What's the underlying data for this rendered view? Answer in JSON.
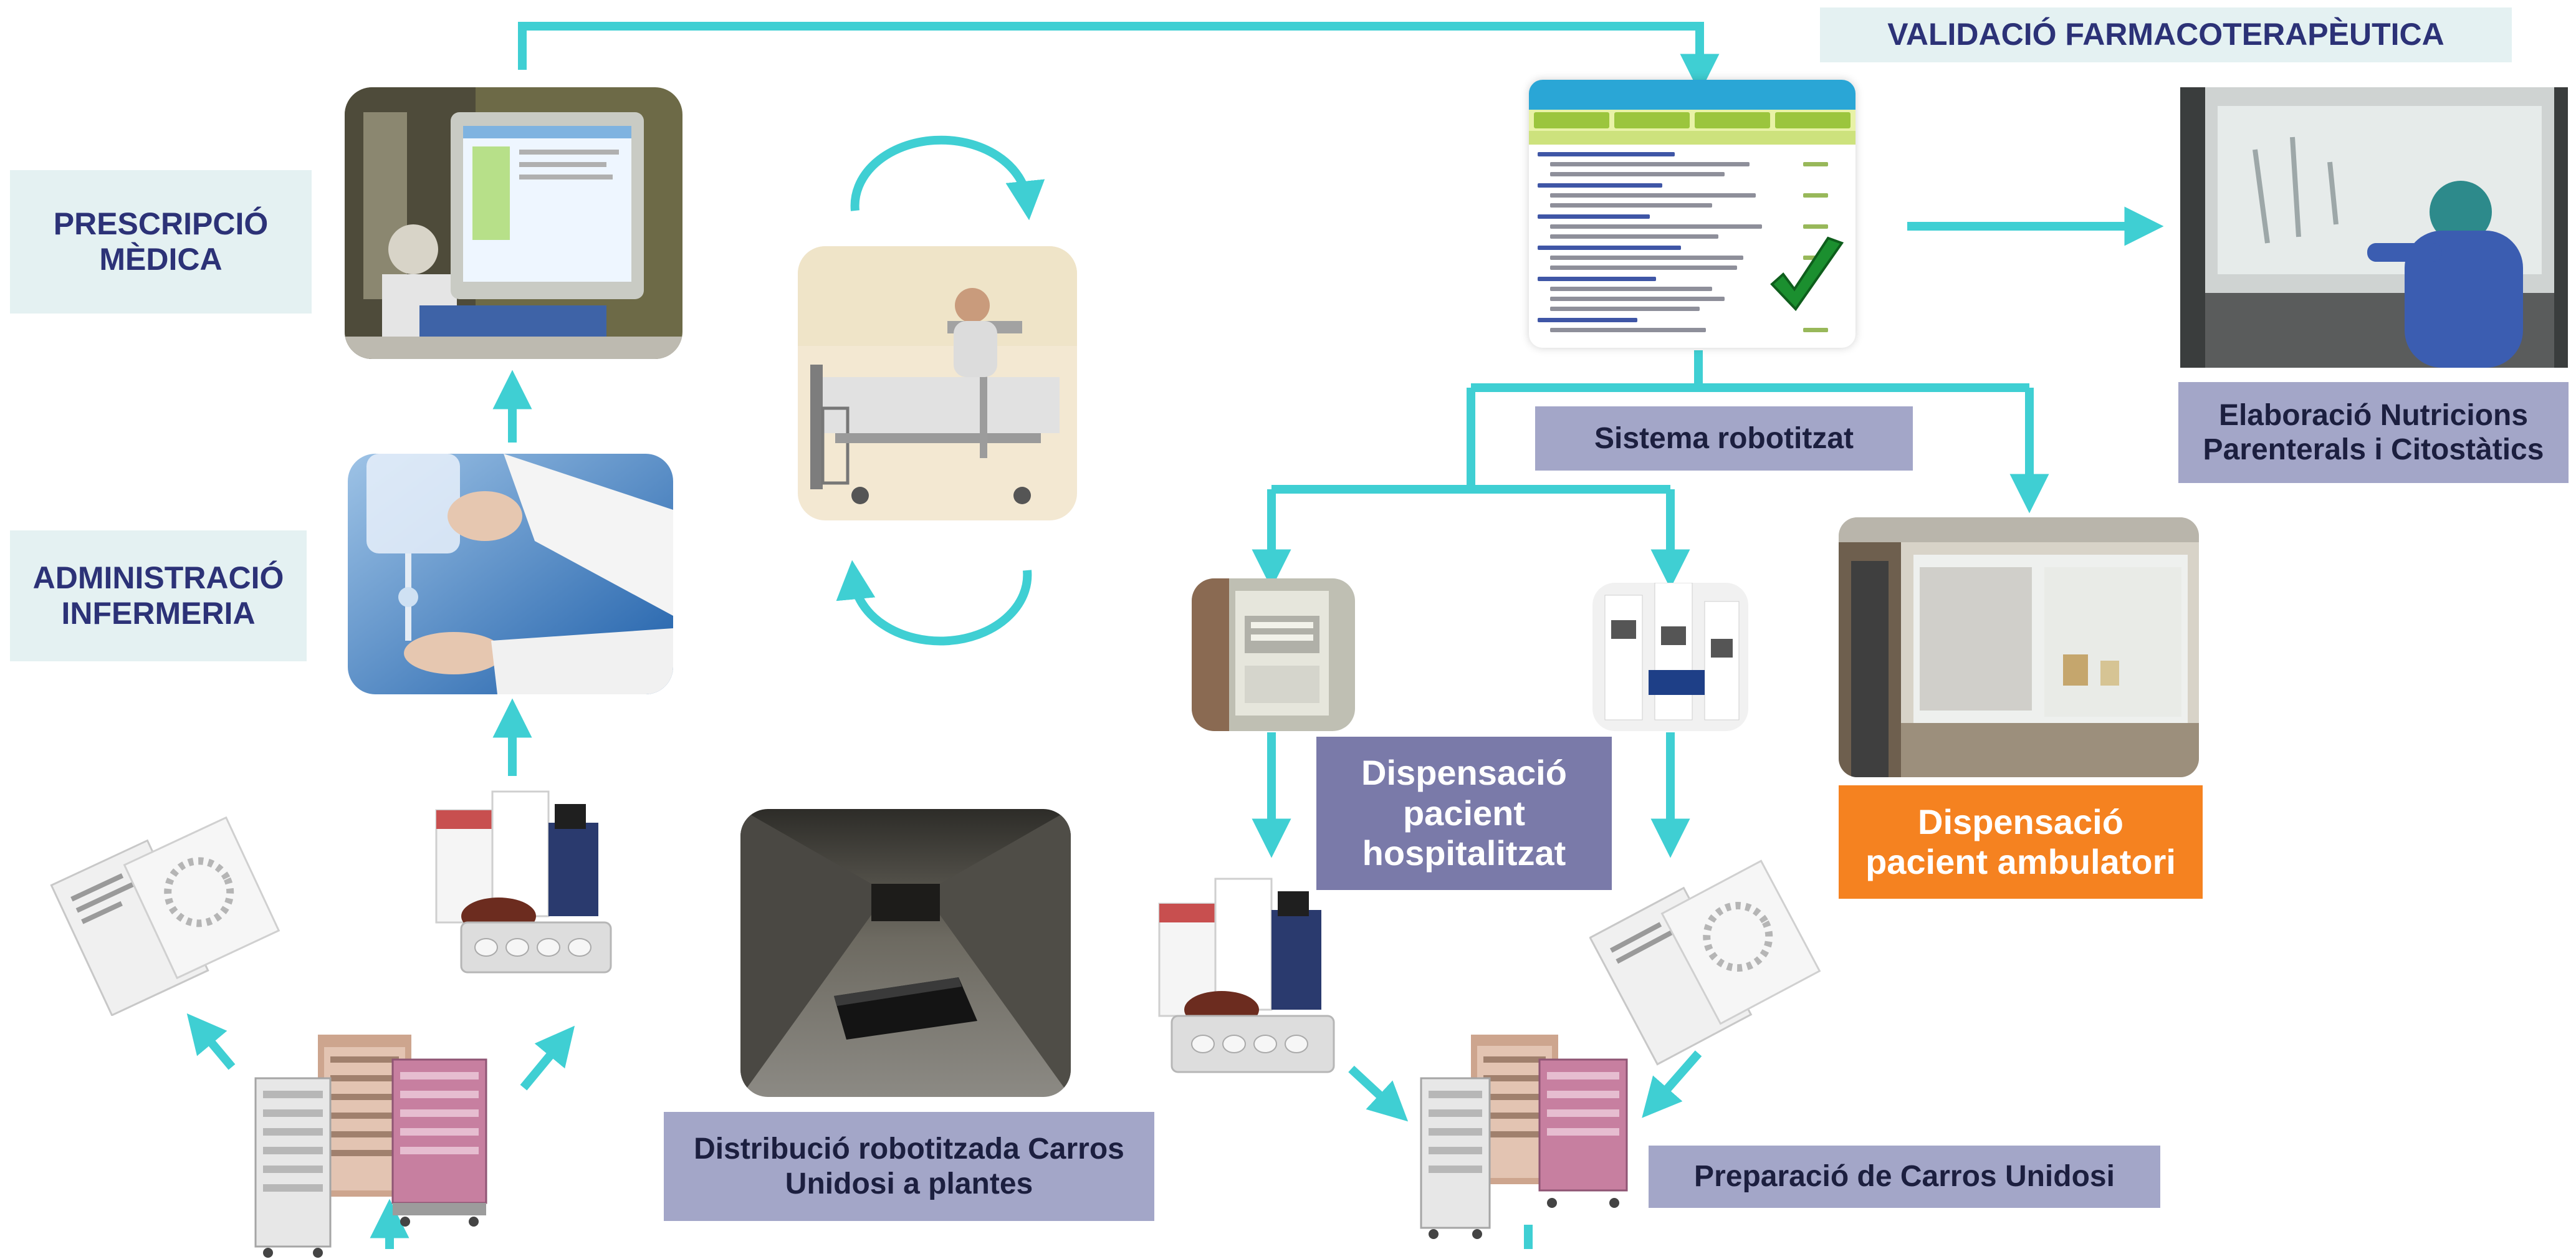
{
  "diagram": {
    "labels": {
      "prescripcio": "PRESCRIPCIÓ\nMÈDICA",
      "administracio": "ADMINISTRACIÓ\nINFERMERIA",
      "validacio": "VALIDACIÓ FARMACOTERAPÈUTICA",
      "sistema_robotitzat": "Sistema robotitzat",
      "elaboracio": "Elaboració Nutricions\nParenterals i Citostàtics",
      "dispensacio_hospitalitzat": "Dispensació\npacient\nhospitalitzat",
      "dispensacio_ambulatori": "Dispensació\npacient ambulatori",
      "distribucio": "Distribució robotitzada Carros\nUnidosi a plantes",
      "preparacio": "Preparació de Carros Unidosi"
    },
    "colors": {
      "arrow": "#3fcfd3",
      "light_label_bg": "#e4f1f2",
      "light_label_text": "#2c3277",
      "slate_label_bg": "#a3a6c8",
      "dark_label_bg": "#7a7aa9",
      "orange_label_bg": "#f58220"
    },
    "images": [
      "prescription-computer-photo",
      "iv-drip-photo",
      "hospital-bed-photo",
      "prescription-software-screen",
      "checkmark-icon",
      "nurse-lab-hood-photo",
      "robotic-dispenser-photo",
      "medication-packages-photo",
      "pharmacy-counter-photo",
      "robot-corridor-photo",
      "unit-dose-carts-photo",
      "blister-packs-photo"
    ]
  }
}
